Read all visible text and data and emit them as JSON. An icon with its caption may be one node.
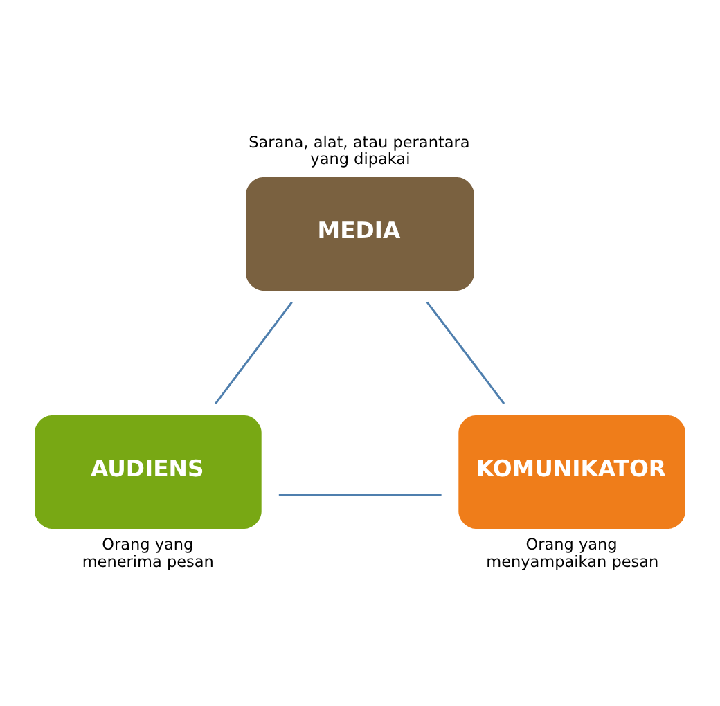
{
  "diagram": {
    "nodes": [
      {
        "text": [
          "MEDIA"
        ],
        "beside": [
          "Sarana, alat, atau perantara yang dipakai"
        ]
      },
      {
        "text": [
          "KOMUNIKATOR"
        ],
        "beside": [
          "Orang yang menyampaikan pesan"
        ]
      },
      {
        "text": [
          "AUDIENS"
        ],
        "beside": [
          "Orang yang menerima pesan"
        ]
      }
    ],
    "edges": [
      {
        "from": 1,
        "to": 0,
        "arrow": "none",
        "color": "#4f7fae"
      },
      {
        "from": 0,
        "to": 2,
        "arrow": "none",
        "color": "#4f7fae"
      },
      {
        "from": 2,
        "to": 1,
        "arrow": "none",
        "color": "#4f7fae"
      }
    ]
  }
}
